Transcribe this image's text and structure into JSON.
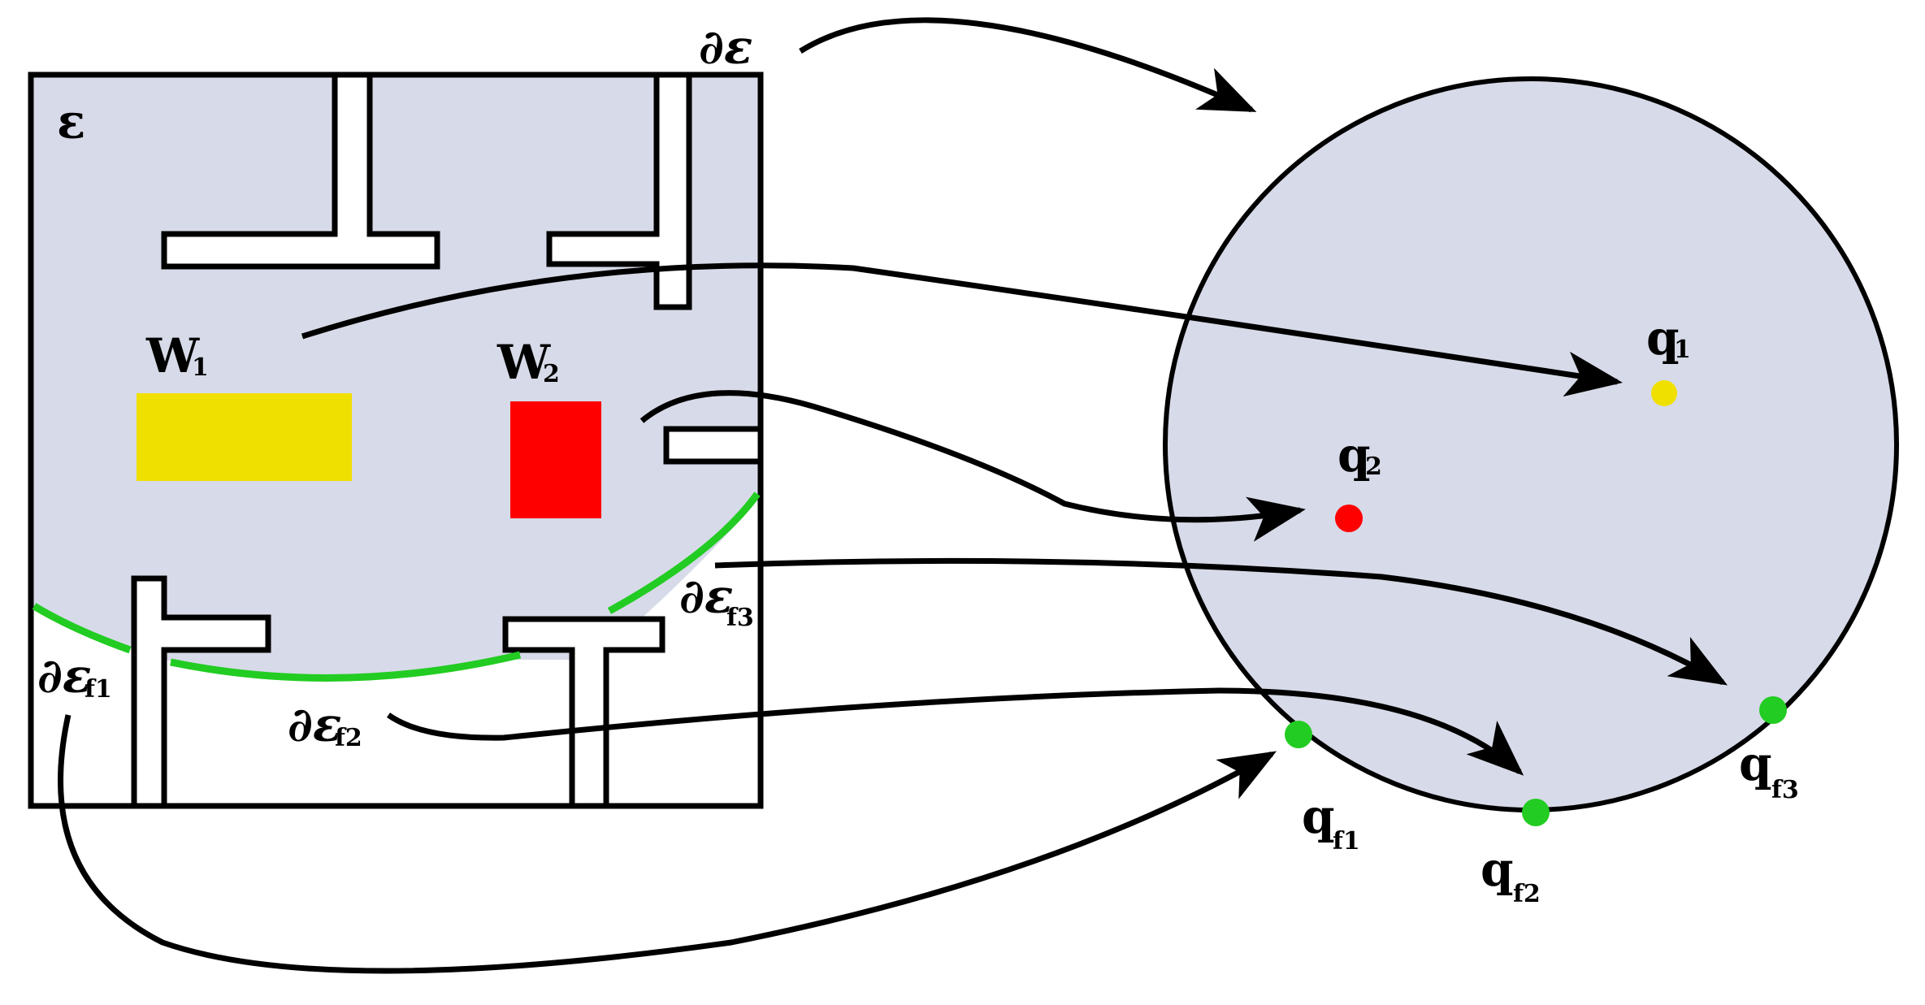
{
  "labels": {
    "domain": "ε",
    "boundary": "∂ε",
    "w1_main": "W",
    "w1_sub": "1",
    "w2_main": "W",
    "w2_sub": "2",
    "bf1_main": "∂ε",
    "bf1_sub": "f1",
    "bf2_main": "∂ε",
    "bf2_sub": "f2",
    "bf3_main": "∂ε",
    "bf3_sub": "f3",
    "q1_main": "q",
    "q1_sub": "1",
    "q2_main": "q",
    "q2_sub": "2",
    "qf1_main": "q",
    "qf1_sub": "f1",
    "qf2_main": "q",
    "qf2_sub": "f2",
    "qf3_main": "q",
    "qf3_sub": "f3"
  },
  "colors": {
    "region_fill": "#d7dae8",
    "outline": "#000000",
    "w1": "#f0e000",
    "w2": "#ff0000",
    "free_boundary": "#22cc22",
    "q1": "#f0e000",
    "q2": "#ff0000",
    "qf": "#22cc22"
  }
}
